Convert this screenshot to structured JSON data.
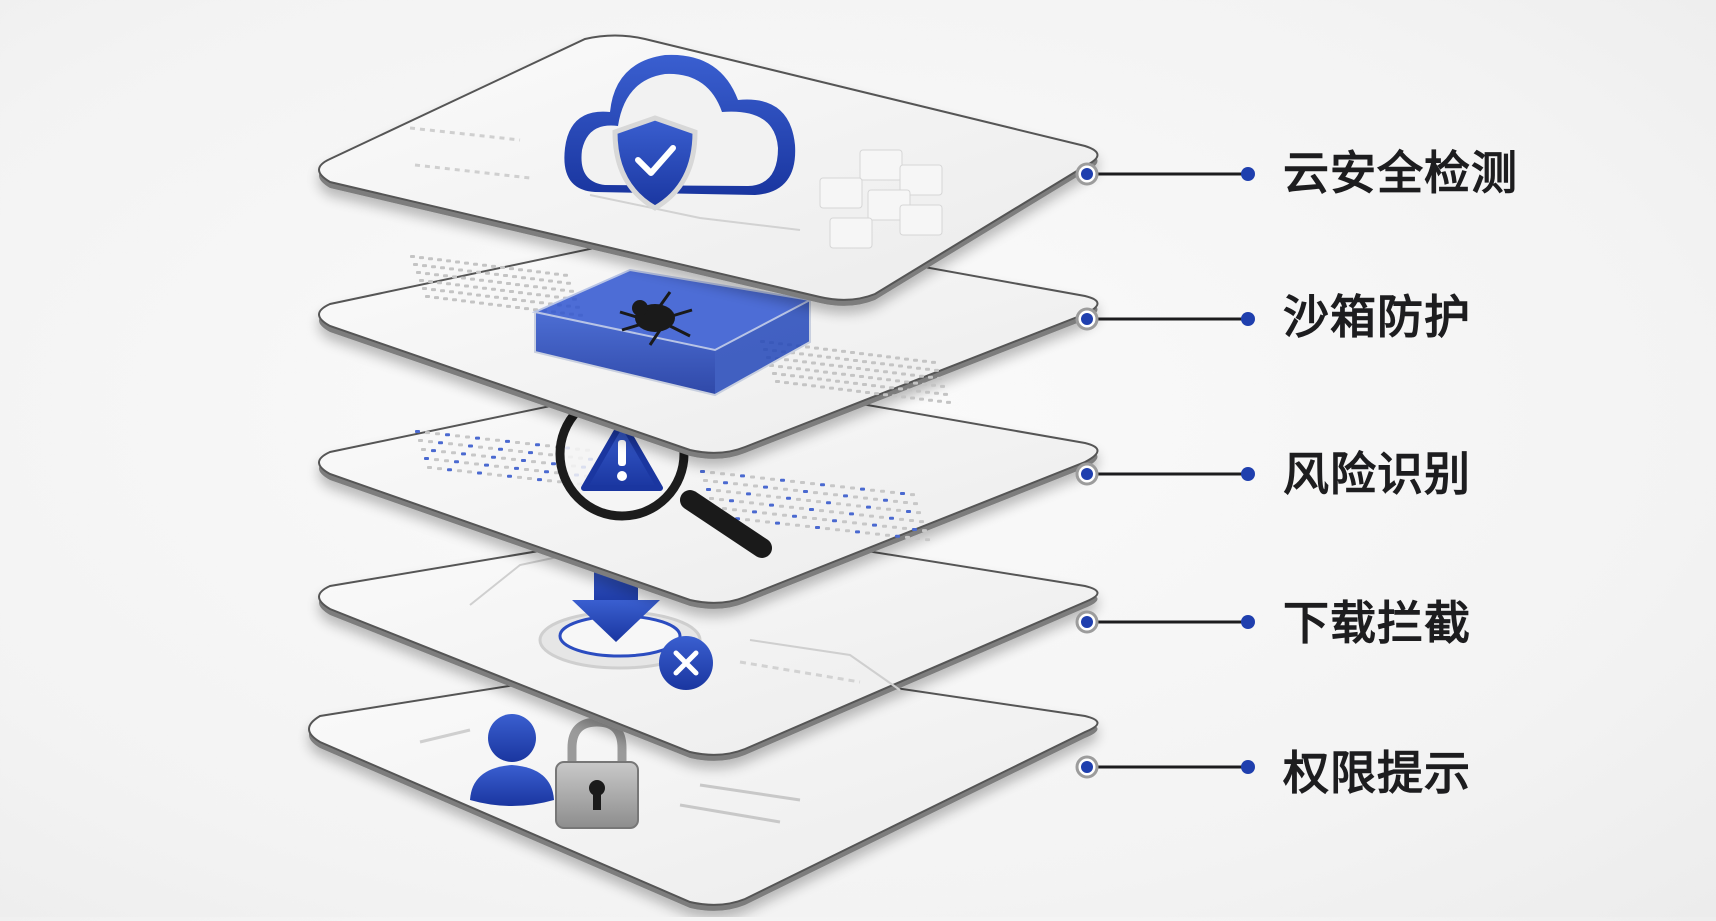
{
  "colors": {
    "accent": "#1f3fae",
    "accent_light": "#3657c8",
    "connector": "#1c1c1e",
    "layer_top": "#f4f4f4",
    "layer_edge": "#6b6b6b",
    "text": "#1d1d1f"
  },
  "layers": [
    {
      "label": "云安全检测",
      "icon": "cloud-shield-icon"
    },
    {
      "label": "沙箱防护",
      "icon": "sandbox-bug-icon"
    },
    {
      "label": "风险识别",
      "icon": "magnifier-warning-icon"
    },
    {
      "label": "下载拦截",
      "icon": "download-block-icon"
    },
    {
      "label": "权限提示",
      "icon": "user-lock-icon"
    }
  ]
}
